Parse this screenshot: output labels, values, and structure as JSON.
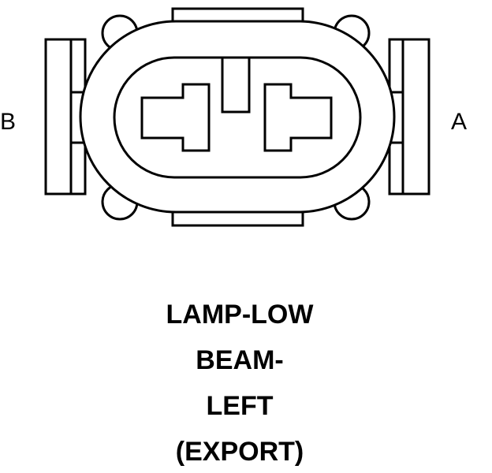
{
  "pin_labels": {
    "left": "B",
    "right": "A"
  },
  "caption": {
    "lines": [
      "LAMP-LOW",
      "BEAM-",
      "LEFT",
      "(EXPORT)"
    ]
  },
  "colors": {
    "stroke": "#000000",
    "background": "#ffffff"
  }
}
